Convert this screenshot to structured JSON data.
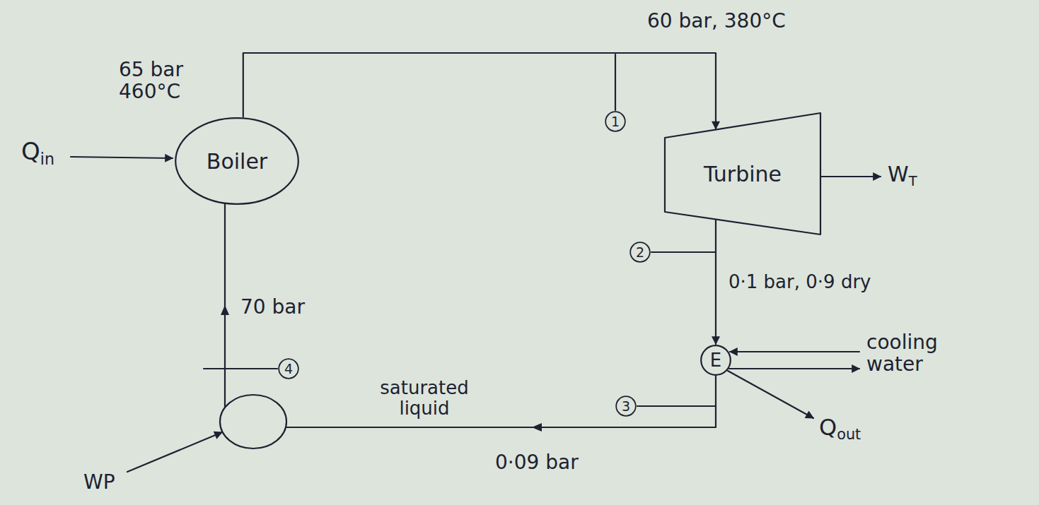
{
  "diagram": {
    "nodes": [
      {
        "text": [
          "Boiler"
        ]
      },
      {
        "text": [
          "1"
        ]
      },
      {
        "text": [
          "Turbine"
        ]
      },
      {
        "text": [
          "2"
        ]
      },
      {
        "text": [
          "E"
        ]
      },
      {
        "text": [
          "4"
        ]
      },
      {
        "text": [
          "3"
        ]
      }
    ],
    "edges": [
      {
        "from": 0,
        "to": 2,
        "arrow": "to"
      },
      {
        "from": 2,
        "to": 4,
        "arrow": "to"
      }
    ],
    "labels": [
      "60 bar, 380°C",
      "65 bar 460°C",
      "Qin",
      "WT",
      "0·1 bar, 0·9 dry",
      "cooling water",
      "70 bar",
      "saturated liquid",
      "Qout",
      "0·09 bar",
      "WP"
    ]
  }
}
